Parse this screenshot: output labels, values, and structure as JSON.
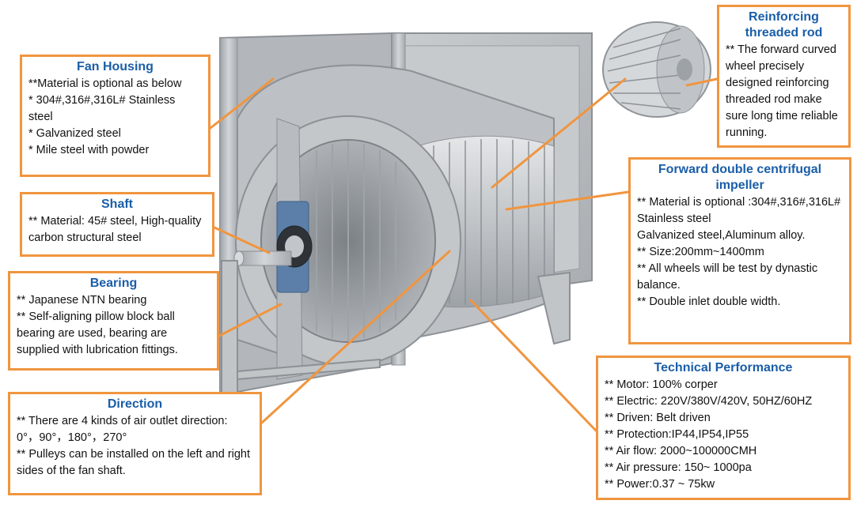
{
  "callouts": {
    "housing": {
      "title": "Fan Housing",
      "lines": [
        "**Material is optional as below",
        "* 304#,316#,316L# Stainless steel",
        "* Galvanized steel",
        "* Mile steel with powder"
      ]
    },
    "shaft": {
      "title": "Shaft",
      "lines": [
        "** Material: 45# steel, High-quality carbon structural steel"
      ]
    },
    "bearing": {
      "title": "Bearing",
      "lines": [
        "** Japanese NTN bearing",
        "** Self-aligning pillow block ball bearing are used, bearing are supplied with lubrication fittings."
      ]
    },
    "direction": {
      "title": "Direction",
      "lines": [
        "** There are 4 kinds of air outlet direction:",
        "0°，90°，180°，270°",
        "** Pulleys can be installed on the left and right sides of the fan shaft."
      ]
    },
    "rod": {
      "title": "Reinforcing threaded rod",
      "lines": [
        "** The forward curved wheel precisely designed reinforcing threaded rod make sure long time reliable running."
      ]
    },
    "impeller": {
      "title": "Forward double centrifugal impeller",
      "lines": [
        "** Material is optional :304#,316#,316L# Stainless steel",
        "Galvanized steel,Aluminum alloy.",
        "** Size:200mm~1400mm",
        "** All wheels will be test by dynastic balance.",
        "** Double inlet double width."
      ]
    },
    "tech": {
      "title": "Technical Performance",
      "lines": [
        "** Motor: 100% corper",
        "** Electric: 220V/380V/420V, 50HZ/60HZ",
        "** Driven: Belt driven",
        "** Protection:IP44,IP54,IP55",
        "** Air flow: 2000~100000CMH",
        "** Air pressure: 150~ 1000pa",
        "** Power:0.37 ~ 75kw"
      ]
    }
  },
  "colors": {
    "accent": "#f0953f",
    "title": "#1a5ea8",
    "metal": "#b9bdc1"
  }
}
